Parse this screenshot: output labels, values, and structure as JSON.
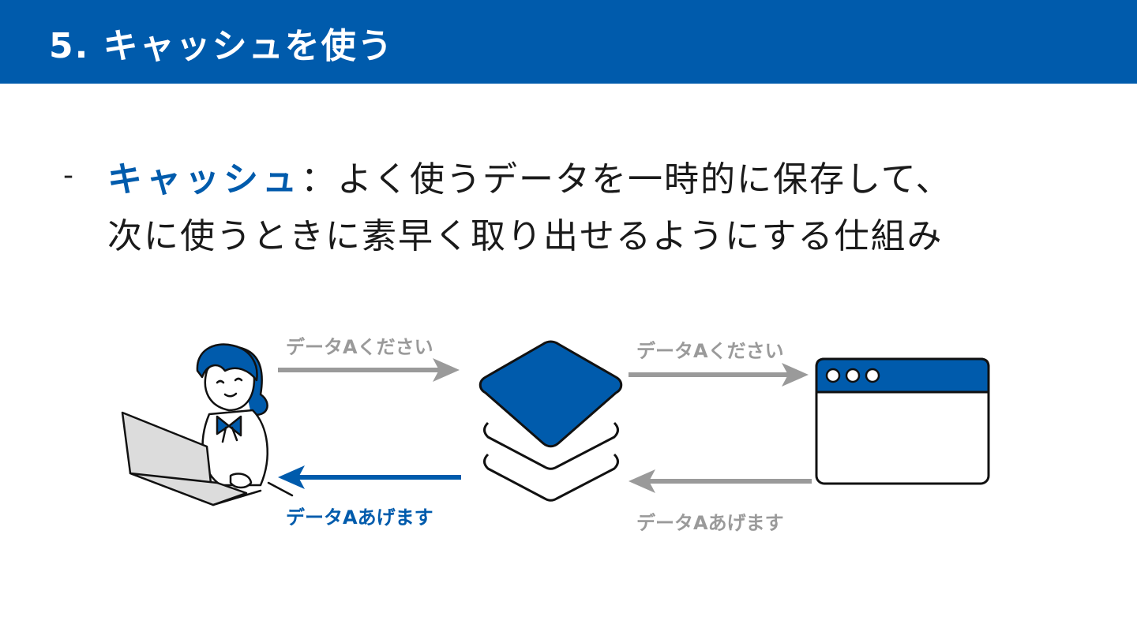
{
  "header": {
    "title": "5. キャッシュを使う"
  },
  "bullet": {
    "dash": "-",
    "term": "キャッシュ",
    "sep": "：",
    "line1_rest": "よく使うデータを一時的に保存して、",
    "line2": "次に使うときに素早く取り出せるようにする仕組み"
  },
  "diagram": {
    "request_to_cache": "データAください",
    "request_to_server": "データAください",
    "response_from_cache": "データAあげます",
    "response_from_server": "データAあげます"
  },
  "colors": {
    "accent": "#005BAC",
    "arrow_gray": "#9a9a9a"
  },
  "icons": [
    "person-at-laptop-illustration",
    "cache-layers-icon",
    "browser-window-icon",
    "arrow-right-icon",
    "arrow-left-icon"
  ]
}
